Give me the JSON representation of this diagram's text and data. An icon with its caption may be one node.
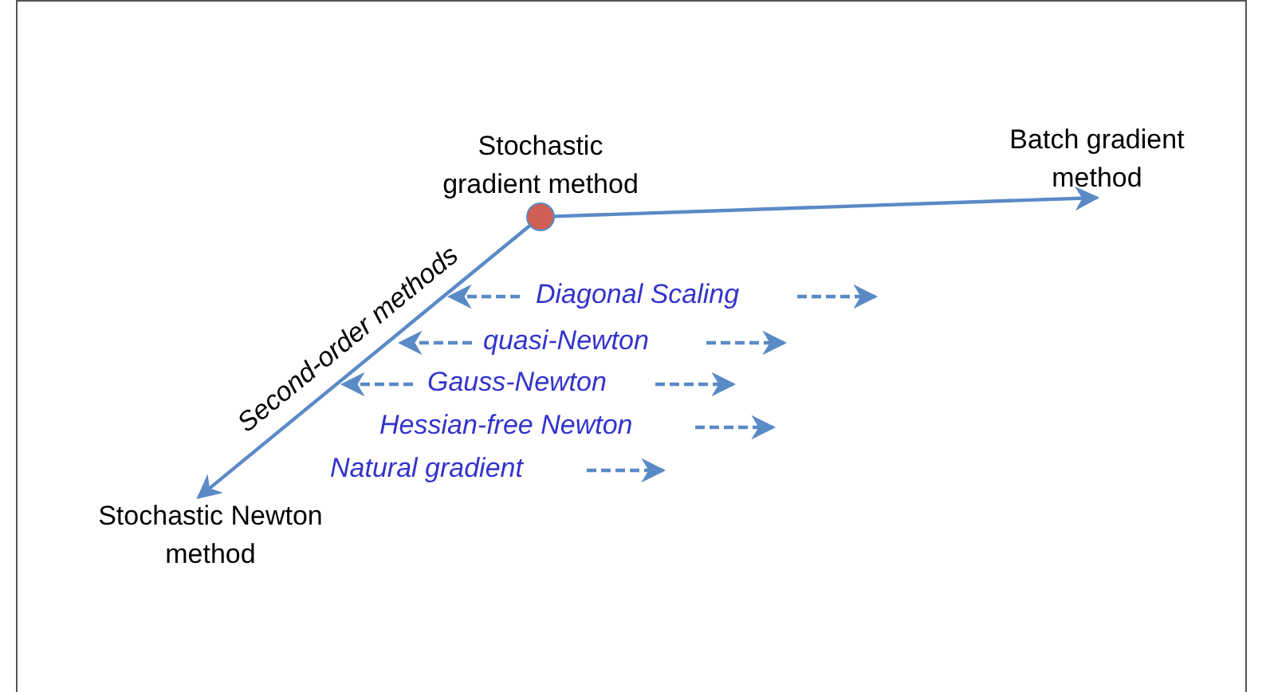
{
  "diagram": {
    "nodes": [
      {
        "text": [
          "Stochastic gradient method"
        ]
      },
      {
        "text": [
          "Batch gradient method"
        ]
      },
      {
        "text": [
          "Stochastic Newton method"
        ]
      }
    ],
    "edges": [
      {
        "from": 0,
        "to": 1,
        "arrow": "to"
      },
      {
        "from": 0,
        "to": 2,
        "arrow": "to",
        "label": "Second-order methods"
      }
    ],
    "labels": [
      "Diagonal Scaling",
      "quasi-Newton",
      "Gauss-Newton",
      "Hessian-free Newton",
      "Natural gradient"
    ]
  }
}
